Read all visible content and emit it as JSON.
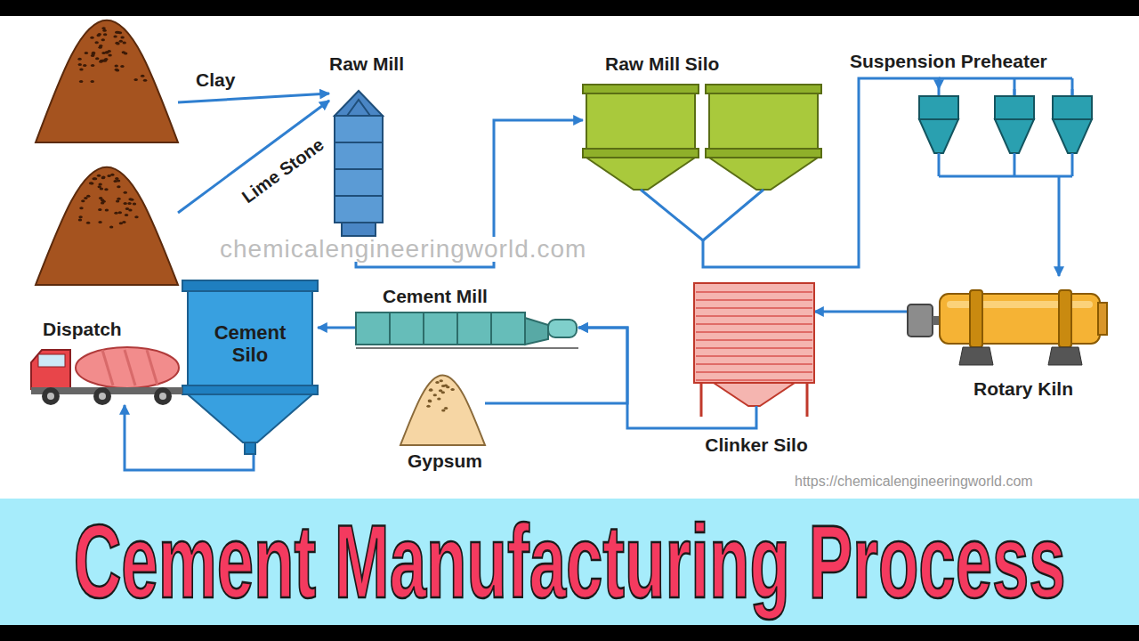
{
  "diagram": {
    "title": "Cement Manufacturing Process",
    "nodes": [
      {
        "text": [
          "Clay"
        ]
      },
      {
        "text": [
          "Lime Stone"
        ]
      },
      {
        "text": [
          "Raw Mill"
        ]
      },
      {
        "text": [
          "Raw Mill Silo"
        ]
      },
      {
        "text": [
          "Suspension Preheater"
        ]
      },
      {
        "text": [
          "Rotary Kiln"
        ]
      },
      {
        "text": [
          "Clinker Silo"
        ]
      },
      {
        "text": [
          "Gypsum"
        ]
      },
      {
        "text": [
          "Cement Mill"
        ]
      },
      {
        "text": [
          "Cement Silo"
        ]
      },
      {
        "text": [
          "Dispatch"
        ]
      }
    ],
    "edges": [
      {
        "from": 0,
        "to": 2,
        "arrow": "to"
      },
      {
        "from": 1,
        "to": 2,
        "arrow": "to"
      },
      {
        "from": 2,
        "to": 3,
        "arrow": "to"
      },
      {
        "from": 3,
        "to": 4,
        "arrow": "to"
      },
      {
        "from": 4,
        "to": 5,
        "arrow": "to"
      },
      {
        "from": 5,
        "to": 6,
        "arrow": "to"
      },
      {
        "from": 6,
        "to": 8,
        "arrow": "to"
      },
      {
        "from": 7,
        "to": 8,
        "arrow": "to"
      },
      {
        "from": 8,
        "to": 9,
        "arrow": "to"
      },
      {
        "from": 9,
        "to": 10,
        "arrow": "to"
      }
    ],
    "labels": [
      "chemicalengineeringworld.com",
      "https://chemicalengineeringworld.com"
    ]
  }
}
